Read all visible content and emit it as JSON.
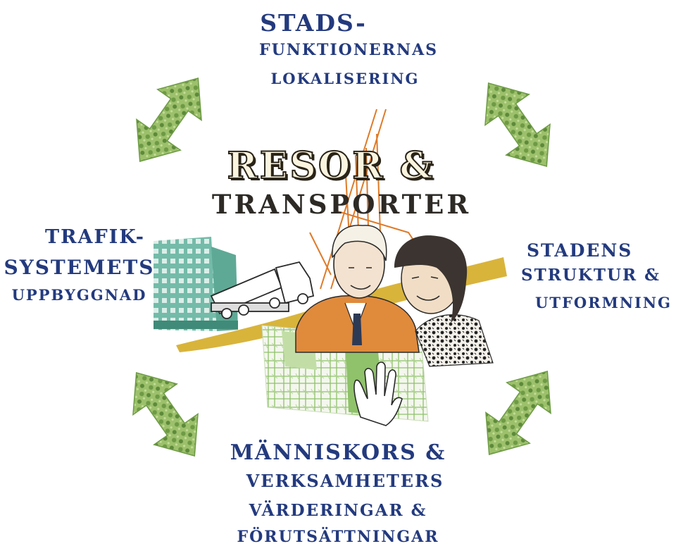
{
  "title": {
    "line1": "RESOR &",
    "line2": "TRANSPORTER"
  },
  "labels": {
    "top": [
      "STADS-",
      "FUNKTIONERNAS",
      "LOKALISERING"
    ],
    "left": [
      "TRAFIK-",
      "SYSTEMETS",
      "UPPBYGGNAD"
    ],
    "right": [
      "STADENS",
      "STRUKTUR &",
      "UTFORMNING"
    ],
    "bottom": [
      "MÄNNISKORS &",
      "VERKSAMHETERS",
      "VÄRDERINGAR &",
      "FÖRUTSÄTTNINGAR"
    ]
  },
  "colors": {
    "label_text": "#233a7e",
    "arrow_green": "#7fa552",
    "arrow_light": "#a9c878",
    "road_yellow": "#d8b43b",
    "map_green": "#8fc26a",
    "building_teal": "#6fb7a6",
    "shirt_orange": "#e08a3c"
  },
  "arrows": [
    "arrow-top-left-icon",
    "arrow-top-right-icon",
    "arrow-bottom-left-icon",
    "arrow-bottom-right-icon"
  ]
}
